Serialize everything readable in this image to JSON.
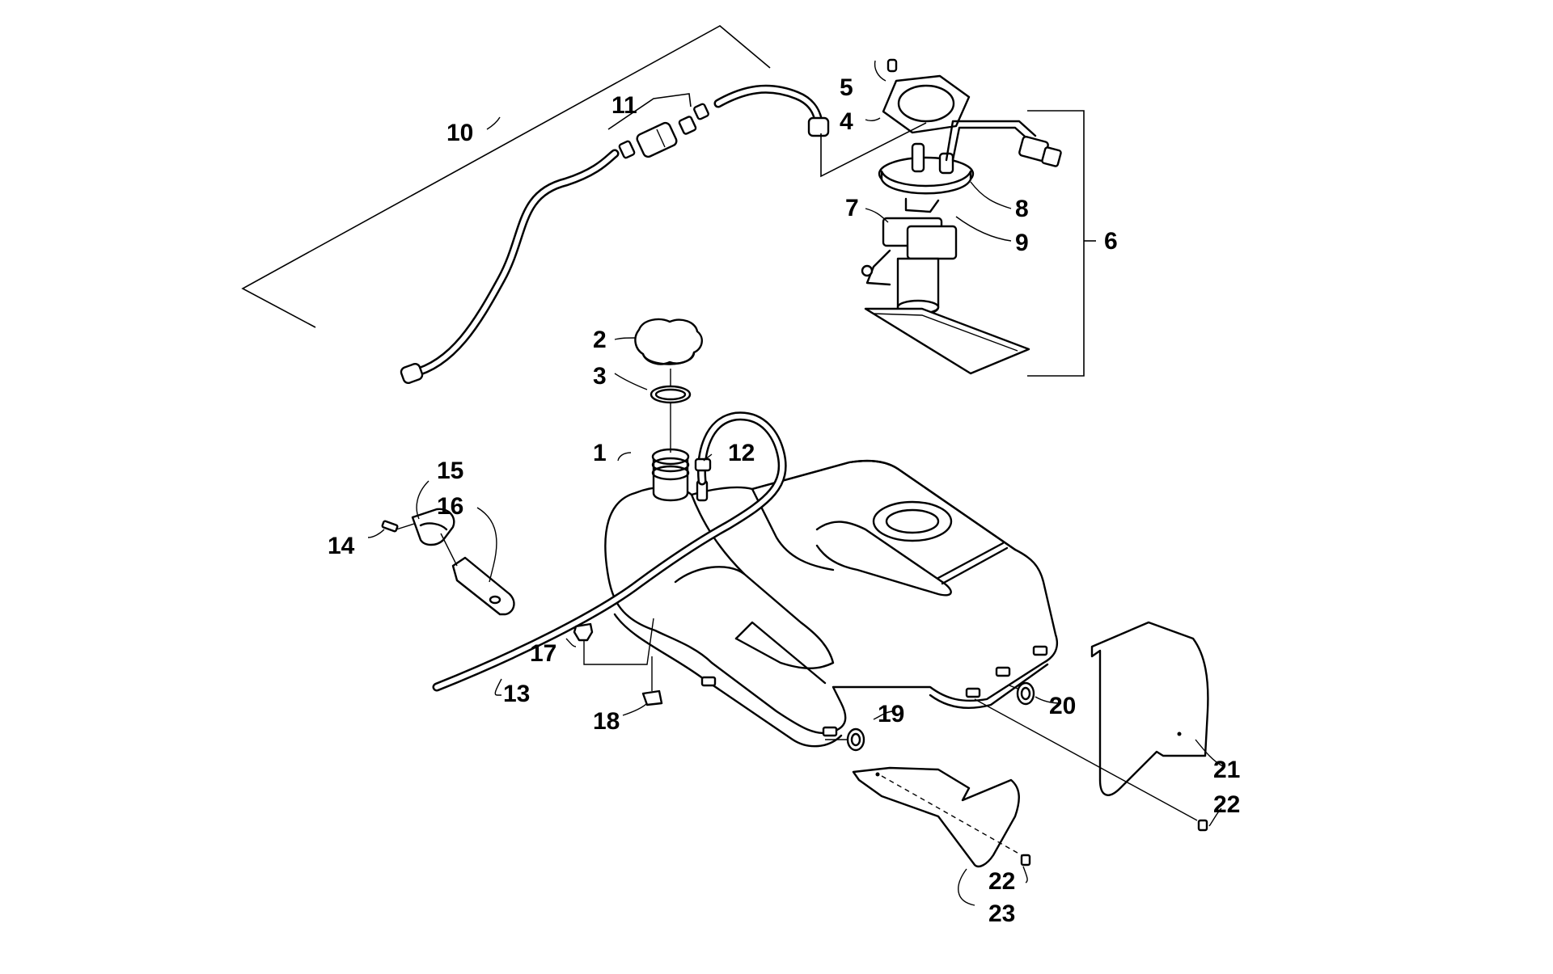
{
  "callouts": {
    "c1": "1",
    "c2": "2",
    "c3": "3",
    "c4": "4",
    "c5": "5",
    "c6": "6",
    "c7": "7",
    "c8": "8",
    "c9": "9",
    "c10": "10",
    "c11": "11",
    "c12": "12",
    "c13": "13",
    "c14": "14",
    "c15": "15",
    "c16": "16",
    "c17": "17",
    "c18": "18",
    "c19": "19",
    "c20": "20",
    "c21": "21",
    "c22a": "22",
    "c22b": "22",
    "c23": "23"
  }
}
